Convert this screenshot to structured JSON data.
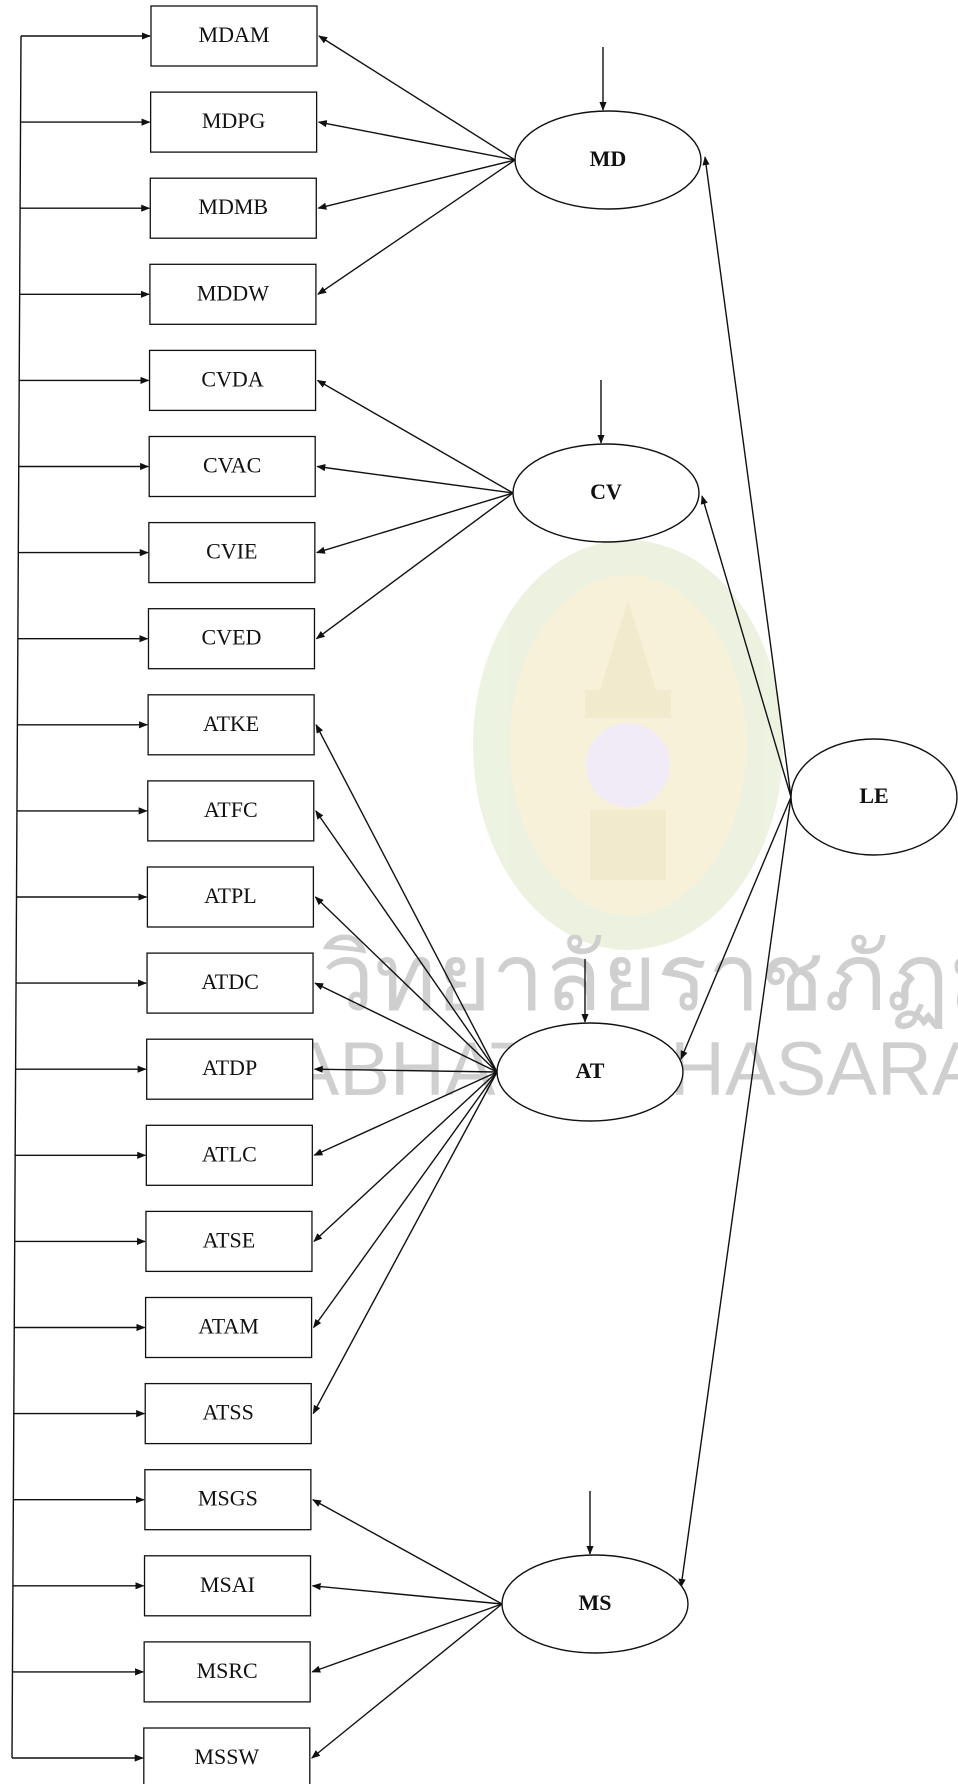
{
  "watermark": {
    "line1": "มหาวิทยาลัยราชภัฏมหาสา",
    "line2": "RAJABHAT MAHASARAKHAM UNIV"
  },
  "latents": [
    {
      "id": "MD",
      "label": "MD",
      "indicators": [
        "MDAM",
        "MDPG",
        "MDMB",
        "MDDW"
      ]
    },
    {
      "id": "CV",
      "label": "CV",
      "indicators": [
        "CVDA",
        "CVAC",
        "CVIE",
        "CVED"
      ]
    },
    {
      "id": "AT",
      "label": "AT",
      "indicators": [
        "ATKE",
        "ATFC",
        "ATPL",
        "ATDC",
        "ATDP",
        "ATLC",
        "ATSE",
        "ATAM",
        "ATSS"
      ]
    },
    {
      "id": "MS",
      "label": "MS",
      "indicators": [
        "MSGS",
        "MSAI",
        "MSRC",
        "MSSW"
      ]
    }
  ],
  "higher_order": {
    "id": "LE",
    "label": "LE",
    "targets": [
      "MD",
      "CV",
      "AT",
      "MS"
    ]
  },
  "colors": {
    "stroke": "#111111",
    "watermark_text": "#cfcfcf",
    "seal_gold": "#e9d9a6",
    "seal_green": "#dfe9c8"
  }
}
